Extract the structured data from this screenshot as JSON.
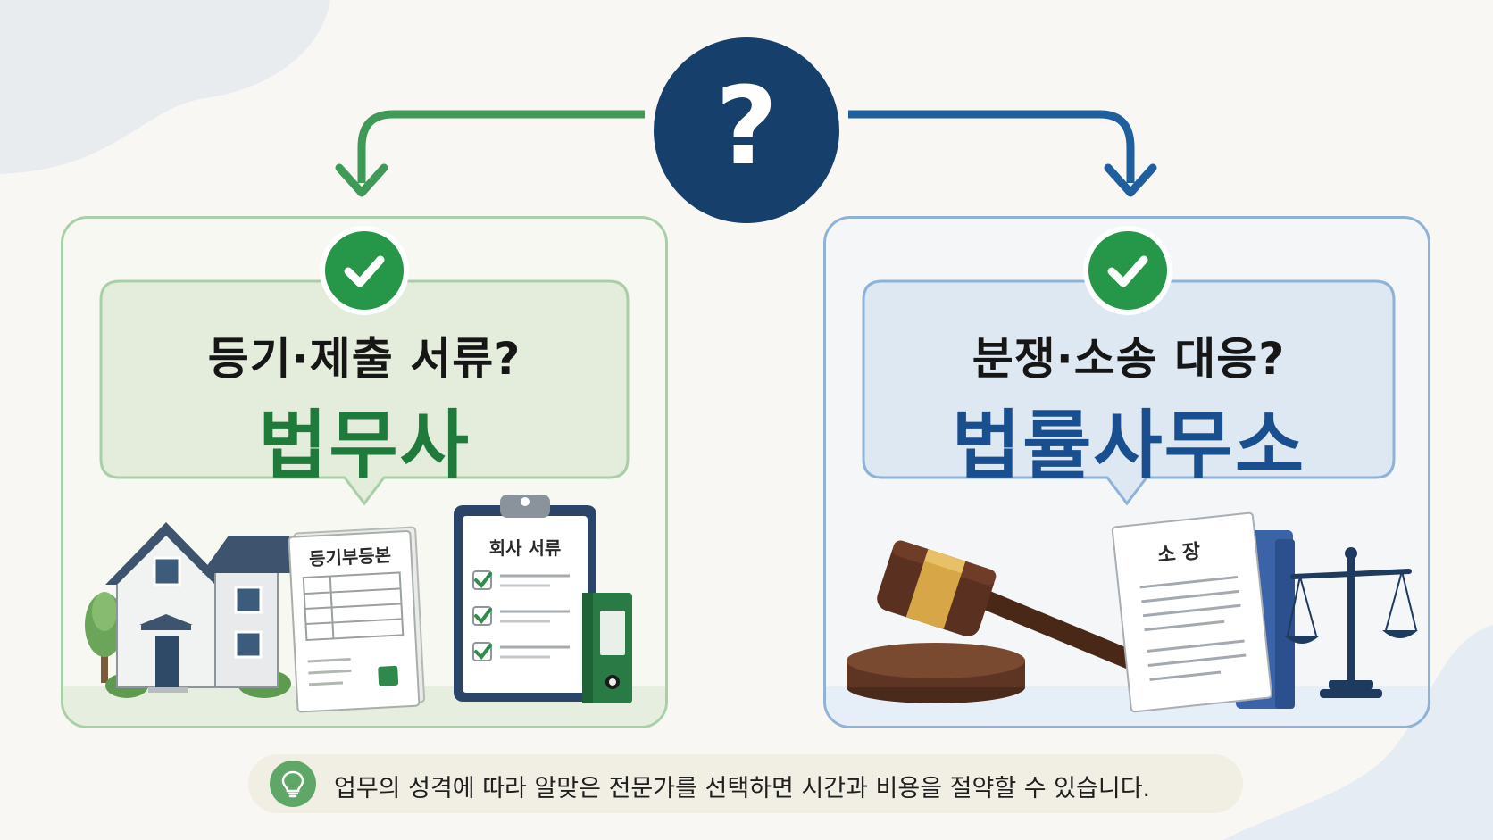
{
  "center": {
    "symbol": "?"
  },
  "left": {
    "title": "등기·제출 서류?",
    "main": "법무사",
    "doc1_label": "등기부등본",
    "doc2_label": "회사 서류"
  },
  "right": {
    "title": "분쟁·소송 대응?",
    "main": "법률사무소",
    "doc_label": "소 장"
  },
  "footer": {
    "text": "업무의 성격에 따라 알맞은 전문가를 선택하면 시간과 비용을 절약할 수 있습니다."
  },
  "colors": {
    "green": "#269748",
    "dark_green": "#1f7a3b",
    "navy": "#173f6b",
    "blue": "#1a4f8f",
    "green_border": "#a9cfa8",
    "blue_border": "#8fb2d8"
  },
  "icons": [
    "question-icon",
    "check-icon",
    "house-icon",
    "clipboard-icon",
    "binder-icon",
    "gavel-icon",
    "scales-icon",
    "folder-icon",
    "lightbulb-icon"
  ]
}
